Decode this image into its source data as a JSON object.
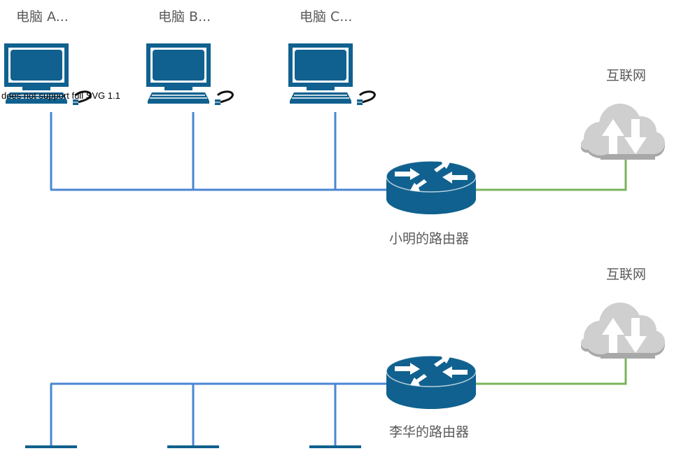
{
  "diagram": {
    "colors": {
      "device": "#10618f",
      "device_light": "#ffffff",
      "lan_link": "#4a86d4",
      "wan_link": "#7ab45c",
      "cloud": "#cfcfcf",
      "cloud_shadow": "#a8a8a8",
      "label_text": "#5a5a5a"
    },
    "network1": {
      "computers": [
        {
          "label": "电脑 A..."
        },
        {
          "label": "电脑 B..."
        },
        {
          "label": "电脑 C..."
        }
      ],
      "router_label": "小明的路由器",
      "internet_label": "互联网",
      "render_warning": "does not support full SVG 1.1"
    },
    "network2": {
      "router_label": "李华的路由器",
      "internet_label": "互联网"
    }
  }
}
